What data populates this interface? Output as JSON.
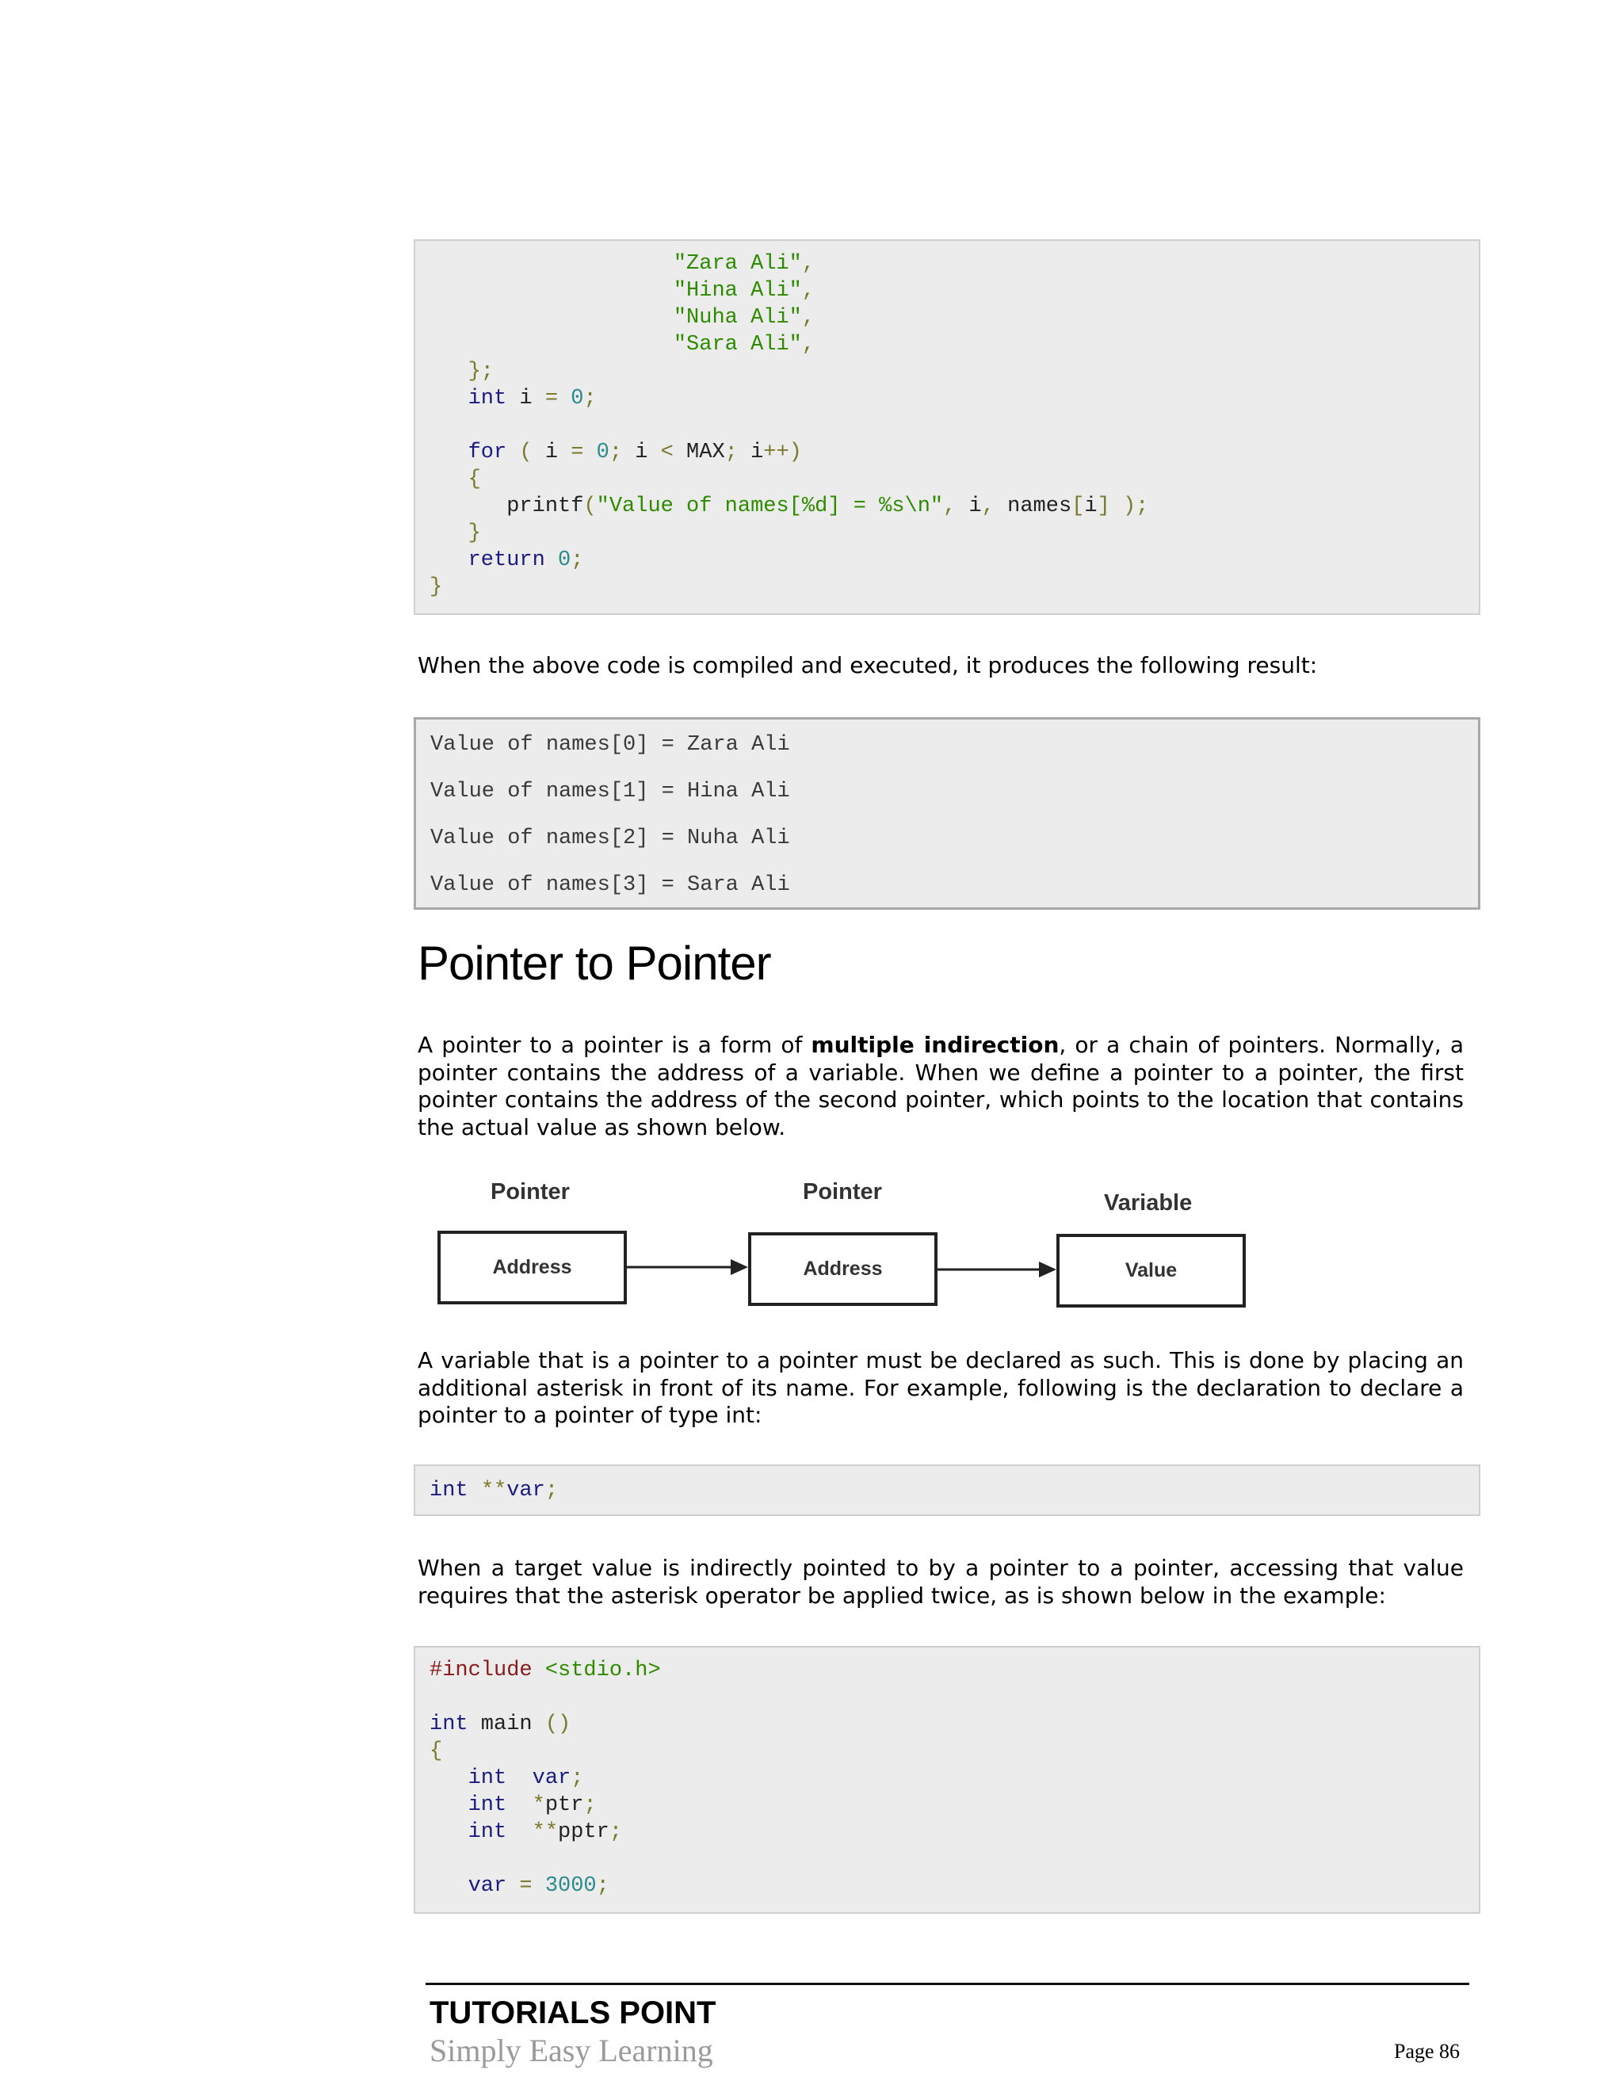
{
  "code_block_1": [
    [
      {
        "t": "                   "
      },
      {
        "t": "\"Zara Ali\"",
        "c": "str"
      },
      {
        "t": ",",
        "c": "pun"
      }
    ],
    [
      {
        "t": "                   "
      },
      {
        "t": "\"Hina Ali\"",
        "c": "str"
      },
      {
        "t": ",",
        "c": "pun"
      }
    ],
    [
      {
        "t": "                   "
      },
      {
        "t": "\"Nuha Ali\"",
        "c": "str"
      },
      {
        "t": ",",
        "c": "pun"
      }
    ],
    [
      {
        "t": "                   "
      },
      {
        "t": "\"Sara Ali\"",
        "c": "str"
      },
      {
        "t": ",",
        "c": "pun"
      }
    ],
    [
      {
        "t": "   "
      },
      {
        "t": "};",
        "c": "pun"
      }
    ],
    [
      {
        "t": "   "
      },
      {
        "t": "int",
        "c": "kw"
      },
      {
        "t": " i "
      },
      {
        "t": "=",
        "c": "pun"
      },
      {
        "t": " "
      },
      {
        "t": "0",
        "c": "num"
      },
      {
        "t": ";",
        "c": "pun"
      }
    ],
    [],
    [
      {
        "t": "   "
      },
      {
        "t": "for",
        "c": "kw"
      },
      {
        "t": " "
      },
      {
        "t": "(",
        "c": "pun"
      },
      {
        "t": " i "
      },
      {
        "t": "=",
        "c": "pun"
      },
      {
        "t": " "
      },
      {
        "t": "0",
        "c": "num"
      },
      {
        "t": ";",
        "c": "pun"
      },
      {
        "t": " i "
      },
      {
        "t": "<",
        "c": "pun"
      },
      {
        "t": " MAX"
      },
      {
        "t": ";",
        "c": "pun"
      },
      {
        "t": " i"
      },
      {
        "t": "++)",
        "c": "pun"
      }
    ],
    [
      {
        "t": "   "
      },
      {
        "t": "{",
        "c": "pun"
      }
    ],
    [
      {
        "t": "      printf"
      },
      {
        "t": "(",
        "c": "pun"
      },
      {
        "t": "\"Value of names[%d] = %s\\n\"",
        "c": "str"
      },
      {
        "t": ",",
        "c": "pun"
      },
      {
        "t": " i"
      },
      {
        "t": ",",
        "c": "pun"
      },
      {
        "t": " names"
      },
      {
        "t": "[",
        "c": "pun"
      },
      {
        "t": "i"
      },
      {
        "t": "]",
        "c": "pun"
      },
      {
        "t": " "
      },
      {
        "t": ");",
        "c": "pun"
      }
    ],
    [
      {
        "t": "   "
      },
      {
        "t": "}",
        "c": "pun"
      }
    ],
    [
      {
        "t": "   "
      },
      {
        "t": "return",
        "c": "kw"
      },
      {
        "t": " "
      },
      {
        "t": "0",
        "c": "num"
      },
      {
        "t": ";",
        "c": "pun"
      }
    ],
    [
      {
        "t": "}",
        "c": "pun"
      }
    ]
  ],
  "intro_result_text": "When the above code is compiled and executed, it produces the following result:",
  "output_lines": [
    "Value of names[0] = Zara Ali",
    "Value of names[1] = Hina Ali",
    "Value of names[2] = Nuha Ali",
    "Value of names[3] = Sara Ali"
  ],
  "section_heading": "Pointer to Pointer",
  "para_1": {
    "before": "A pointer to a pointer is a form of ",
    "bold": "multiple indirection",
    "after": ", or a chain of pointers. Normally, a pointer contains the address of a variable. When we define a pointer to a pointer, the first pointer contains the address of the second pointer, which points to the location that contains the actual value as shown below."
  },
  "diagram": {
    "labels": [
      "Pointer",
      "Pointer",
      "Variable"
    ],
    "boxes": [
      "Address",
      "Address",
      "Value"
    ]
  },
  "para_2": "A variable that is a pointer to a pointer must be declared as such. This is done by placing an additional asterisk in front of its name. For example, following is the declaration to declare a pointer to a pointer of type int:",
  "code_block_2": [
    [
      {
        "t": "int",
        "c": "kw"
      },
      {
        "t": " "
      },
      {
        "t": "**",
        "c": "pun"
      },
      {
        "t": "var",
        "c": "kw"
      },
      {
        "t": ";",
        "c": "pun"
      }
    ]
  ],
  "para_3": "When a target value is indirectly pointed to by a pointer to a pointer, accessing that value requires that the asterisk operator be applied twice, as is shown below in the example:",
  "code_block_3": [
    [
      {
        "t": "#include",
        "c": "pre"
      },
      {
        "t": " "
      },
      {
        "t": "<stdio.h>",
        "c": "str"
      }
    ],
    [],
    [
      {
        "t": "int",
        "c": "kw"
      },
      {
        "t": " main "
      },
      {
        "t": "()",
        "c": "pun"
      }
    ],
    [
      {
        "t": "{",
        "c": "pun"
      }
    ],
    [
      {
        "t": "   "
      },
      {
        "t": "int",
        "c": "kw"
      },
      {
        "t": "  "
      },
      {
        "t": "var",
        "c": "kw"
      },
      {
        "t": ";",
        "c": "pun"
      }
    ],
    [
      {
        "t": "   "
      },
      {
        "t": "int",
        "c": "kw"
      },
      {
        "t": "  "
      },
      {
        "t": "*",
        "c": "pun"
      },
      {
        "t": "ptr"
      },
      {
        "t": ";",
        "c": "pun"
      }
    ],
    [
      {
        "t": "   "
      },
      {
        "t": "int",
        "c": "kw"
      },
      {
        "t": "  "
      },
      {
        "t": "**",
        "c": "pun"
      },
      {
        "t": "pptr"
      },
      {
        "t": ";",
        "c": "pun"
      }
    ],
    [],
    [
      {
        "t": "   "
      },
      {
        "t": "var",
        "c": "kw"
      },
      {
        "t": " "
      },
      {
        "t": "=",
        "c": "pun"
      },
      {
        "t": " "
      },
      {
        "t": "3000",
        "c": "num"
      },
      {
        "t": ";",
        "c": "pun"
      }
    ]
  ],
  "footer": {
    "brand": "TUTORIALS POINT",
    "tagline": "Simply Easy Learning",
    "page": "Page 86"
  }
}
